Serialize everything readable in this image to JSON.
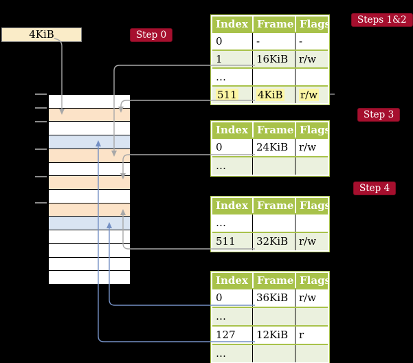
{
  "colors": {
    "background": "#000000",
    "accent_red": "#a60f2e",
    "table_green": "#a8c24a",
    "row_tint": "#ebf1de",
    "highlight_yellow": "#fcf6a4",
    "gray_line": "#a8a8a8",
    "blue_line": "#7490c4",
    "stack_fills": {
      "white": "#ffffff",
      "peach": "#fce3c8",
      "blue": "#d9e4f2"
    },
    "frame_box_fill": "#faecc8"
  },
  "frame_box": {
    "label": "4KiB"
  },
  "labels": {
    "step0": "Step 0",
    "steps12": "Steps 1&2",
    "step3": "Step 3",
    "step4": "Step 4"
  },
  "memory_stack": {
    "rows": [
      {
        "fill": "white"
      },
      {
        "fill": "peach"
      },
      {
        "fill": "white"
      },
      {
        "fill": "blue"
      },
      {
        "fill": "peach"
      },
      {
        "fill": "white"
      },
      {
        "fill": "peach"
      },
      {
        "fill": "white"
      },
      {
        "fill": "peach"
      },
      {
        "fill": "blue"
      },
      {
        "fill": "white"
      },
      {
        "fill": "white"
      },
      {
        "fill": "white"
      },
      {
        "fill": "white"
      }
    ],
    "tick_positions_y": [
      136,
      156,
      176,
      216,
      256,
      294
    ]
  },
  "tables": [
    {
      "name": "table-steps-1-2",
      "headers": [
        "Index",
        "Frame",
        "Flags"
      ],
      "rows": [
        {
          "cells": [
            "0",
            "-",
            "-"
          ]
        },
        {
          "cells": [
            "1",
            "16KiB",
            "r/w"
          ]
        },
        {
          "cells": [
            "…",
            "",
            ""
          ]
        },
        {
          "cells": [
            "511",
            "4KiB",
            "r/w"
          ],
          "highlight": true
        }
      ]
    },
    {
      "name": "table-step-3",
      "headers": [
        "Index",
        "Frame",
        "Flags"
      ],
      "rows": [
        {
          "cells": [
            "0",
            "24KiB",
            "r/w"
          ]
        },
        {
          "cells": [
            "…",
            "",
            ""
          ]
        }
      ]
    },
    {
      "name": "table-step-4",
      "headers": [
        "Index",
        "Frame",
        "Flags"
      ],
      "rows": [
        {
          "cells": [
            "…",
            "",
            ""
          ]
        },
        {
          "cells": [
            "511",
            "32KiB",
            "r/w"
          ]
        }
      ]
    },
    {
      "name": "table-final",
      "headers": [
        "Index",
        "Frame",
        "Flags"
      ],
      "rows": [
        {
          "cells": [
            "0",
            "36KiB",
            "r/w"
          ]
        },
        {
          "cells": [
            "…",
            "",
            ""
          ]
        },
        {
          "cells": [
            "127",
            "12KiB",
            "r"
          ]
        },
        {
          "cells": [
            "…",
            "",
            ""
          ]
        }
      ]
    }
  ]
}
